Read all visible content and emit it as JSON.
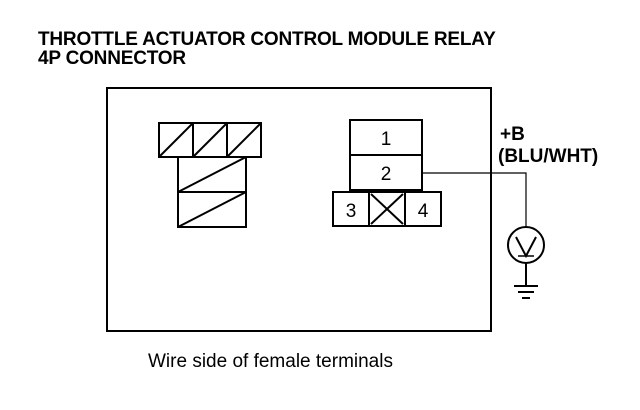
{
  "title": {
    "line1": "THROTTLE ACTUATOR CONTROL MODULE RELAY",
    "line2": "4P CONNECTOR"
  },
  "connector": {
    "terminals": [
      {
        "number": "1",
        "wired": false
      },
      {
        "number": "2",
        "wired": true
      },
      {
        "number": "3",
        "wired": false
      },
      {
        "number": "4",
        "wired": false
      }
    ],
    "empty_cavity_icon": "x-box-icon"
  },
  "probe": {
    "label_line1": "+B",
    "label_line2": "(BLU/WHT)",
    "meter_icon": "voltmeter-icon",
    "ground_icon": "ground-symbol-icon"
  },
  "caption": "Wire side of female terminals"
}
